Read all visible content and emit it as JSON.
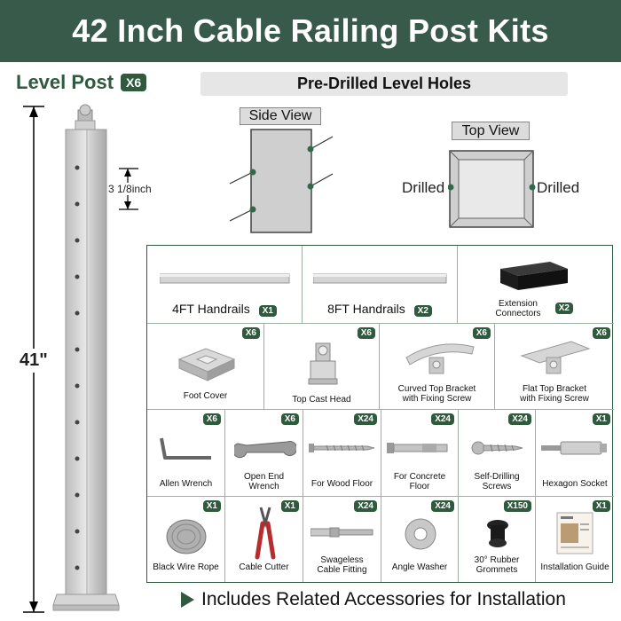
{
  "header": {
    "title": "42 Inch Cable Railing Post Kits"
  },
  "post": {
    "title": "Level Post",
    "qty": "X6",
    "height_label": "41\"",
    "spacing_label": "3 1/8inch"
  },
  "holes": {
    "banner": "Pre-Drilled Level Holes",
    "side_view": "Side View",
    "top_view": "Top View",
    "drilled_left": "Drilled",
    "drilled_right": "Drilled"
  },
  "accessories": {
    "row1": [
      {
        "name": "4FT Handrails",
        "qty": "X1",
        "icon": "handrail-short-icon"
      },
      {
        "name": "8FT Handrails",
        "qty": "X2",
        "icon": "handrail-long-icon"
      },
      {
        "name": "Extension\nConnectors",
        "qty": "X2",
        "icon": "connector-block-icon"
      }
    ],
    "row2": [
      {
        "name": "Foot Cover",
        "qty": "X6",
        "icon": "foot-cover-icon"
      },
      {
        "name": "Top Cast Head",
        "qty": "X6",
        "icon": "cast-head-icon"
      },
      {
        "name": "Curved Top Bracket\nwith Fixing Screw",
        "qty": "X6",
        "icon": "curved-bracket-icon"
      },
      {
        "name": "Flat Top Bracket\nwith Fixing Screw",
        "qty": "X6",
        "icon": "flat-bracket-icon"
      }
    ],
    "row3": [
      {
        "name": "Allen Wrench",
        "qty": "X6",
        "icon": "allen-wrench-icon"
      },
      {
        "name": "Open End\nWrench",
        "qty": "X6",
        "icon": "open-wrench-icon"
      },
      {
        "name": "For Wood Floor",
        "qty": "X24",
        "icon": "wood-screw-icon"
      },
      {
        "name": "For Concrete\nFloor",
        "qty": "X24",
        "icon": "concrete-anchor-icon"
      },
      {
        "name": "Self-Drilling\nScrews",
        "qty": "X24",
        "icon": "self-drilling-screw-icon"
      },
      {
        "name": "Hexagon Socket",
        "qty": "X1",
        "icon": "hex-socket-icon"
      }
    ],
    "row4": [
      {
        "name": "Black Wire Rope",
        "qty": "X1",
        "icon": "wire-rope-icon"
      },
      {
        "name": "Cable Cutter",
        "qty": "X1",
        "icon": "cable-cutter-icon"
      },
      {
        "name": "Swageless\nCable Fitting",
        "qty": "X24",
        "icon": "cable-fitting-icon"
      },
      {
        "name": "Angle Washer",
        "qty": "X24",
        "icon": "angle-washer-icon"
      },
      {
        "name": "30° Rubber\nGrommets",
        "qty": "X150",
        "icon": "grommet-icon"
      },
      {
        "name": "Installation Guide",
        "qty": "X1",
        "icon": "guide-booklet-icon"
      }
    ]
  },
  "footer": {
    "text": "Includes Related Accessories for Installation"
  },
  "colors": {
    "brand_green": "#385a4a",
    "badge_green": "#2f5a3e",
    "steel": "#c8c8c8"
  }
}
